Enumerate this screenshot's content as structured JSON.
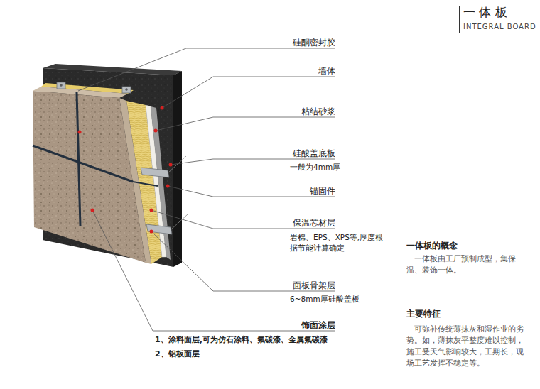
{
  "diagram": {
    "title": "一 体 板",
    "labels": [
      "硅酮密封胶",
      "墙体",
      "粘结砂浆",
      "硅酸盖底板",
      "一般为4mm厚",
      "锚固件",
      "保温芯材层",
      "岩棉、EPS、XPS等,厚度根据节能计算确定",
      "面板骨架层",
      "6~8mm厚硅酸盖板",
      "饰面涂层",
      "1、涂料面层,可为仿石涂料、氟碳漆、金属氟碳漆",
      "2、铝板面层",
      "INTEGRAL BOARD",
      "一体板的概念",
      "一体板由工厂预制成型，集保温、装饰一体。",
      "主要特征",
      "可弥补传统薄抹灰和湿作业的劣势。如，薄抹灰平整度难以控制，施工受天气影响较大，工期长，现场工艺发挥不稳定等。"
    ]
  }
}
